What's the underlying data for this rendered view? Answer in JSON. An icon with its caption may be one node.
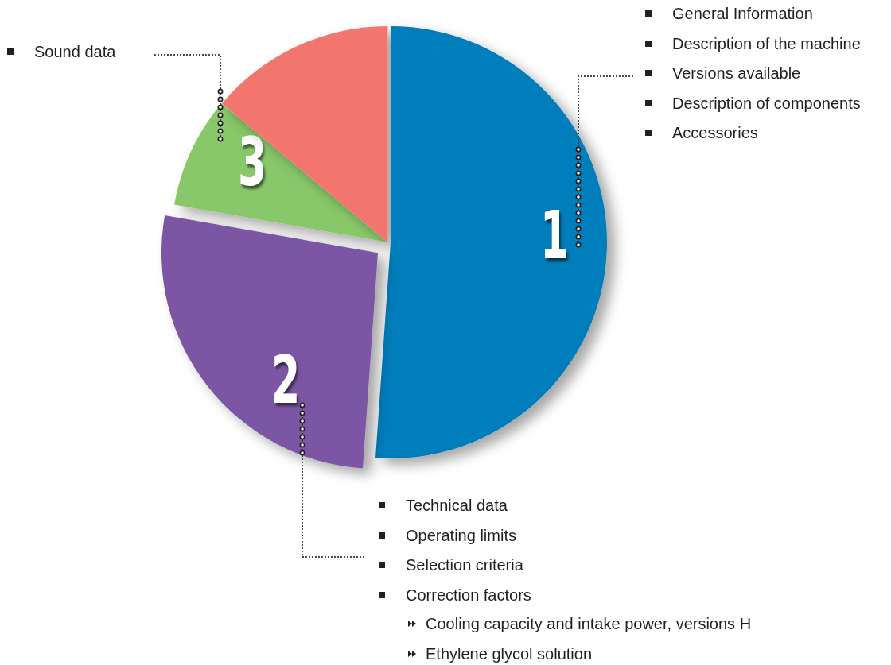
{
  "diagram": {
    "nodes": [
      {
        "text": [
          "Sound data"
        ]
      },
      {
        "text": [
          "3"
        ]
      },
      {
        "text": [],
        "shape": "wedge"
      },
      {
        "text": [
          "1"
        ]
      },
      {
        "text": [
          "General Information",
          "Description of the machine",
          "Versions available",
          "Description of components",
          "Accessories"
        ]
      },
      {
        "text": [
          "2"
        ]
      },
      {
        "text": [
          "Technical data",
          "Operating limits",
          "Selection criteria",
          "Correction factors",
          "Cooling capacity and intake power, versions H",
          "Ethylene glycol solution"
        ]
      }
    ],
    "edges": [
      {
        "from": 1,
        "to": 0,
        "arrow": "none",
        "style": "dashed"
      },
      {
        "from": 3,
        "to": 4,
        "arrow": "none",
        "style": "dashed"
      },
      {
        "from": 5,
        "to": 6,
        "arrow": "none",
        "style": "dashed"
      }
    ]
  }
}
